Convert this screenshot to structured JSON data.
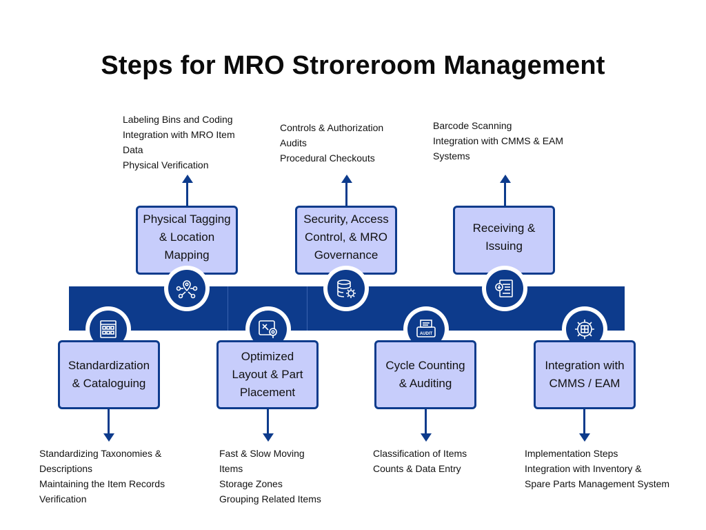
{
  "title": "Steps for MRO Stroreroom Management",
  "colors": {
    "primary": "#0d3b8c",
    "box_fill": "#c7cdfb"
  },
  "steps": [
    {
      "label": "Physical Tagging & Location Mapping",
      "icon": "location-network-icon",
      "notes": [
        "Labeling Bins and Coding",
        "Integration with MRO Item",
        "Data",
        "Physical Verification"
      ]
    },
    {
      "label": "Security, Access Control, & MRO Governance",
      "icon": "database-gear-icon",
      "notes": [
        "Controls & Authorization",
        "Audits",
        "Procedural Checkouts"
      ]
    },
    {
      "label": "Receiving & Issuing",
      "icon": "document-download-icon",
      "notes": [
        "Barcode Scanning",
        "Integration with CMMS & EAM",
        "Systems"
      ]
    },
    {
      "label": "Standardization & Cataloguing",
      "icon": "catalog-grid-icon",
      "notes": [
        "Standardizing Taxonomies &",
        "Descriptions",
        "Maintaining the Item Records",
        "Verification"
      ]
    },
    {
      "label": "Optimized Layout & Part Placement",
      "icon": "tools-location-icon",
      "notes": [
        "Fast & Slow Moving",
        "Items",
        "Storage Zones",
        "Grouping Related Items"
      ]
    },
    {
      "label": "Cycle Counting & Auditing",
      "icon": "audit-printer-icon",
      "icon_text": "AUDIT",
      "notes": [
        "Classification of Items",
        "Counts & Data Entry"
      ]
    },
    {
      "label": "Integration with CMMS / EAM",
      "icon": "gear-puzzle-icon",
      "notes": [
        "Implementation Steps",
        "Integration with Inventory &",
        "Spare Parts Management System"
      ]
    }
  ]
}
